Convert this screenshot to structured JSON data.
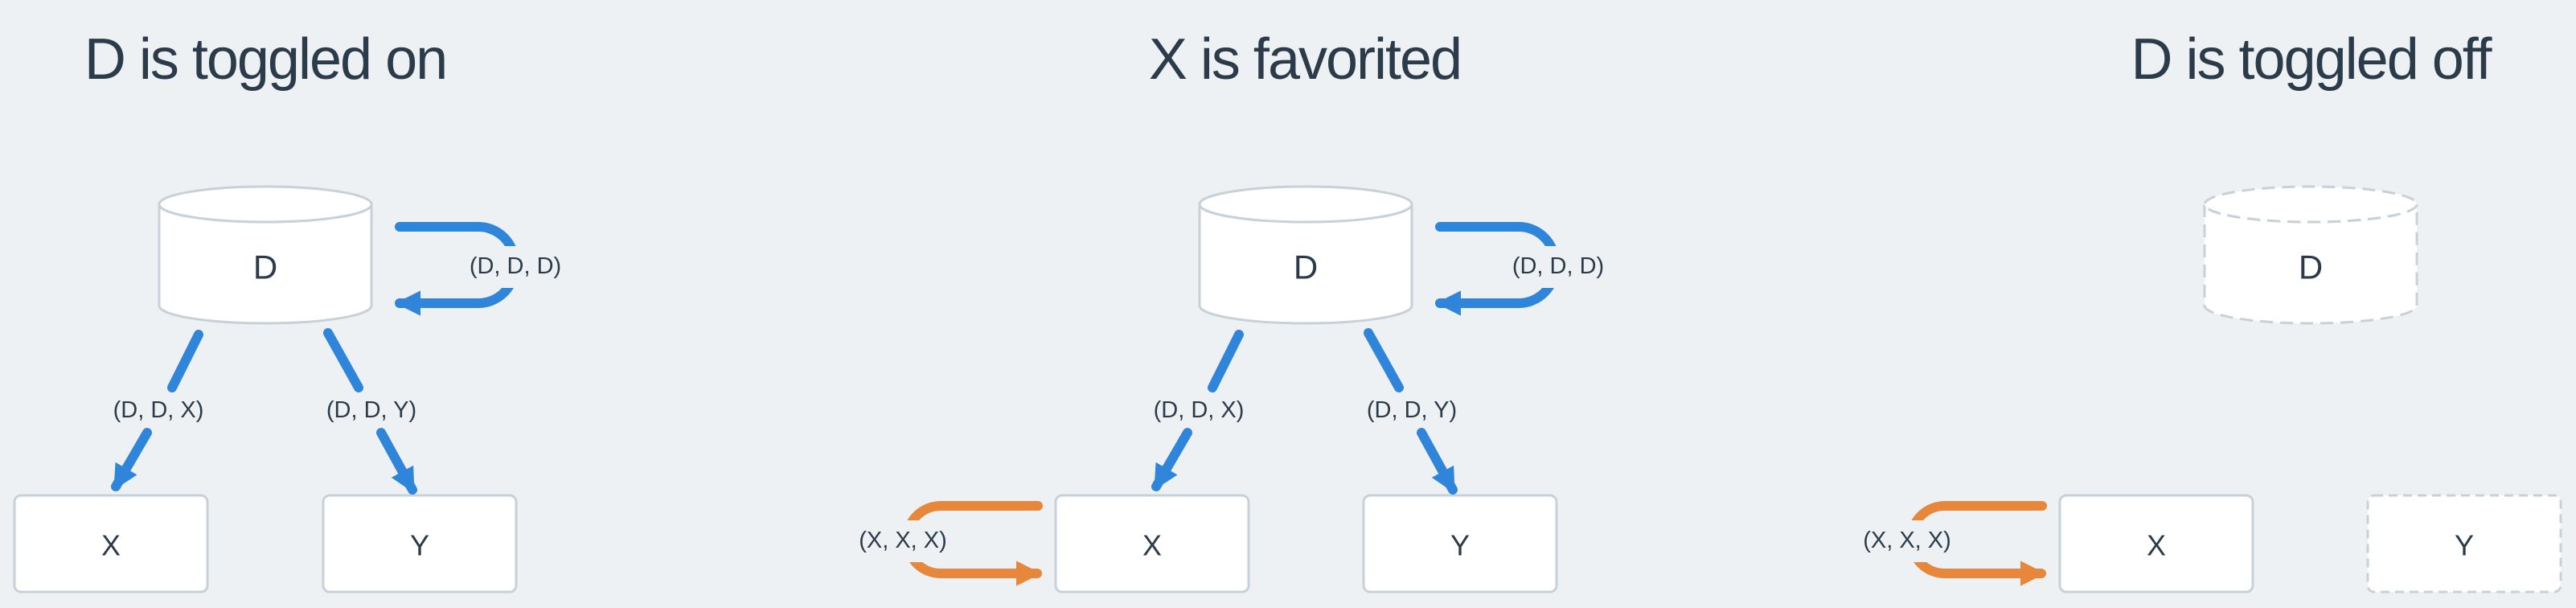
{
  "colors": {
    "background": "#eef1f4",
    "blue": "#2e85da",
    "orange": "#e6873c",
    "text": "#2c3b4a",
    "node_border": "#c7d1d9",
    "node_fill": "#ffffff"
  },
  "panels": [
    {
      "title": "D is toggled on",
      "cylinder": {
        "label": "D",
        "style": "solid"
      },
      "box_x": {
        "label": "X",
        "style": "solid"
      },
      "box_y": {
        "label": "Y",
        "style": "solid"
      },
      "edge_labels": {
        "d_self_loop": "(D, D, D)",
        "d_to_x": "(D, D, X)",
        "d_to_y": "(D, D, Y)"
      }
    },
    {
      "title": "X is favorited",
      "cylinder": {
        "label": "D",
        "style": "solid"
      },
      "box_x": {
        "label": "X",
        "style": "solid"
      },
      "box_y": {
        "label": "Y",
        "style": "solid"
      },
      "edge_labels": {
        "d_self_loop": "(D, D, D)",
        "d_to_x": "(D, D, X)",
        "d_to_y": "(D, D, Y)",
        "x_self_loop": "(X, X, X)"
      }
    },
    {
      "title": "D is toggled off",
      "cylinder": {
        "label": "D",
        "style": "dashed"
      },
      "box_x": {
        "label": "X",
        "style": "solid"
      },
      "box_y": {
        "label": "Y",
        "style": "dashed"
      },
      "edge_labels": {
        "x_self_loop": "(X, X, X)"
      }
    }
  ]
}
